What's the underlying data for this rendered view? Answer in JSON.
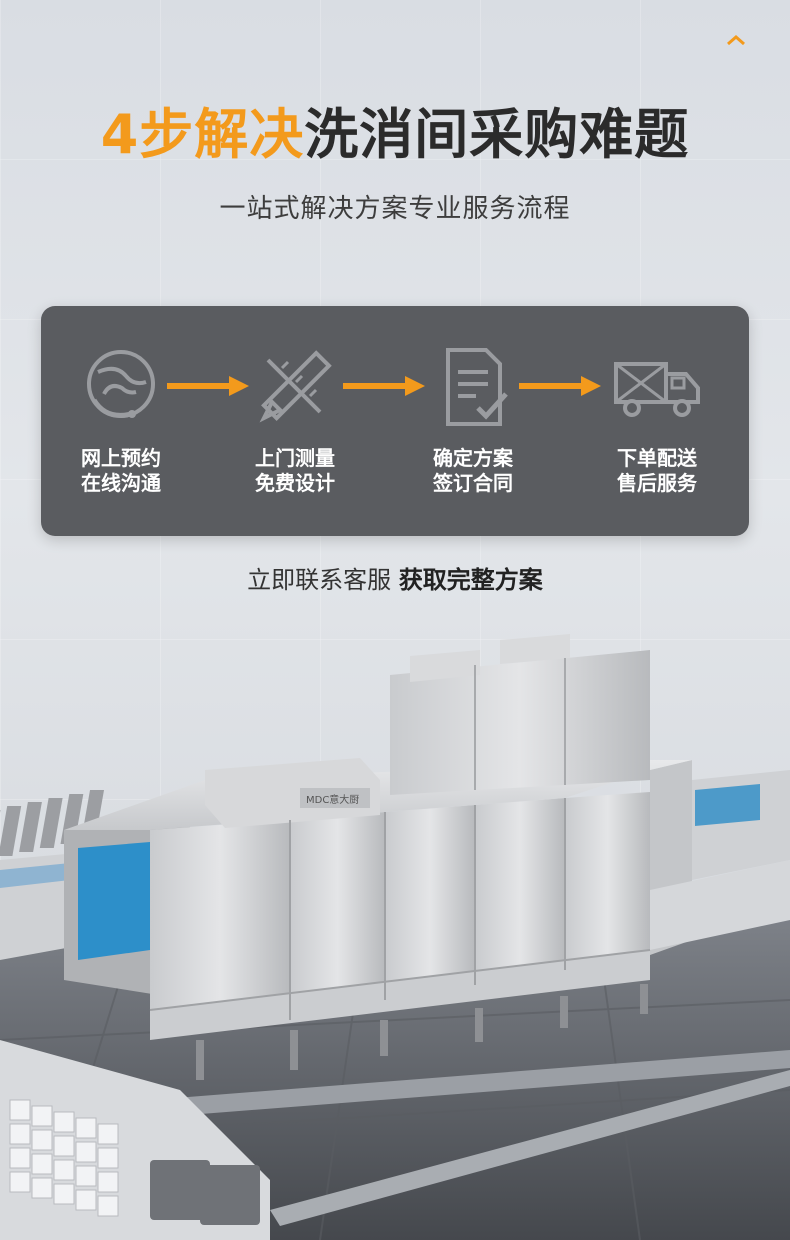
{
  "headline": {
    "accent": "4步解决",
    "rest": "洗消间采购难题"
  },
  "subtitle": "一站式解决方案专业服务流程",
  "steps": [
    {
      "icon": "phone-globe-icon",
      "line1": "网上预约",
      "line2": "在线沟通"
    },
    {
      "icon": "pencil-ruler-icon",
      "line1": "上门测量",
      "line2": "免费设计"
    },
    {
      "icon": "document-check-icon",
      "line1": "确定方案",
      "line2": "签订合同"
    },
    {
      "icon": "delivery-truck-icon",
      "line1": "下单配送",
      "line2": "售后服务"
    }
  ],
  "cta": {
    "normal": "立即联系客服",
    "strong": "获取完整方案"
  },
  "colors": {
    "accent": "#f39a1c",
    "panel": "#5a5c60",
    "text_dark": "#2b2b2b"
  },
  "machine": {
    "brand_plate": "MDC意大厨"
  }
}
